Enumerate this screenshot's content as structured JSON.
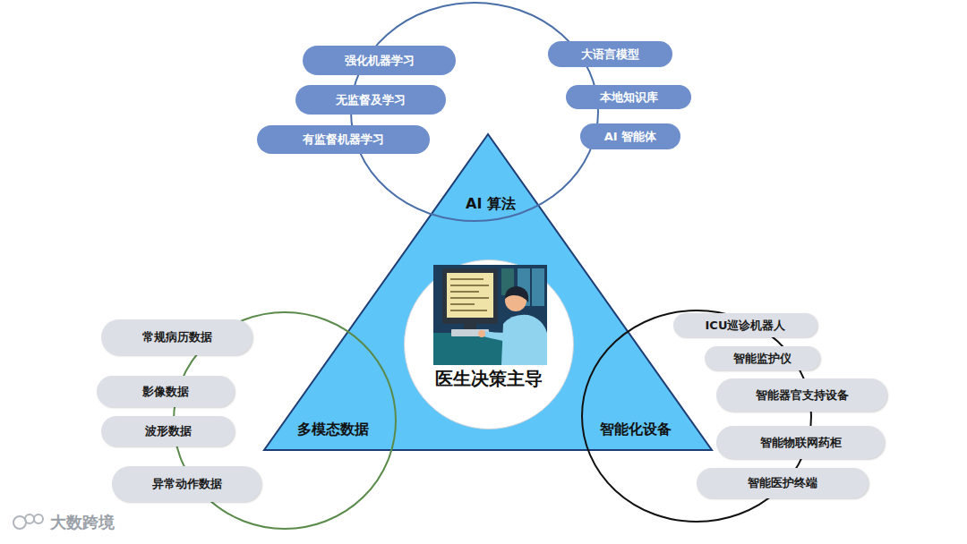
{
  "diagram": {
    "nodes": [
      {
        "text": [
          "AI 算法",
          "多模态数据",
          "智能化设备"
        ]
      },
      {
        "text": [
          "医生决策主导"
        ],
        "in": 0
      },
      {
        "text": [
          "强化机器学习"
        ]
      },
      {
        "text": [
          "无监督及学习"
        ]
      },
      {
        "text": [
          "有监督机器学习"
        ]
      },
      {
        "text": [
          "大语言模型"
        ]
      },
      {
        "text": [
          "本地知识库"
        ]
      },
      {
        "text": [
          "AI 智能体"
        ]
      },
      {
        "text": [
          "常规病历数据"
        ]
      },
      {
        "text": [
          "影像数据"
        ]
      },
      {
        "text": [
          "波形数据"
        ]
      },
      {
        "text": [
          "异常动作数据"
        ]
      },
      {
        "text": [
          "ICU巡诊机器人"
        ]
      },
      {
        "text": [
          "智能监护仪"
        ]
      },
      {
        "text": [
          "智能器官支持设备"
        ]
      },
      {
        "text": [
          "智能物联网药柜"
        ]
      },
      {
        "text": [
          "智能医护终端"
        ]
      }
    ],
    "labels": [
      "大数跨境"
    ]
  }
}
